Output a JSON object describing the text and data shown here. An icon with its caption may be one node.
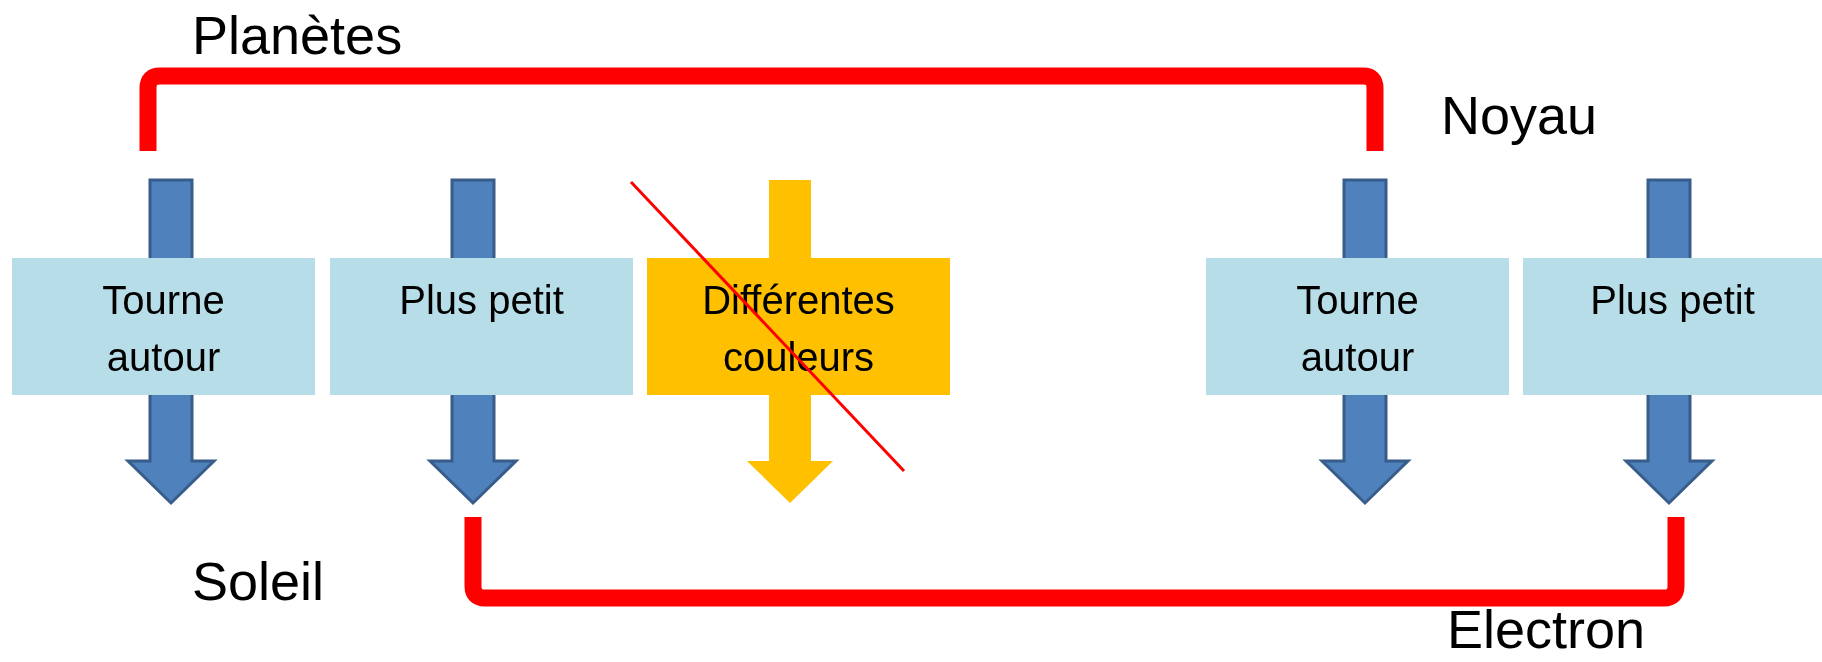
{
  "diagram": {
    "nodes": [
      {
        "text": [
          "Tourne autour"
        ]
      },
      {
        "text": [
          "Plus petit"
        ]
      },
      {
        "text": [
          "Différentes couleurs"
        ]
      },
      {
        "text": [
          "Tourne autour"
        ]
      },
      {
        "text": [
          "Plus petit"
        ]
      }
    ],
    "labels": [
      "Planètes",
      "Noyau",
      "Soleil",
      "Electron"
    ]
  }
}
